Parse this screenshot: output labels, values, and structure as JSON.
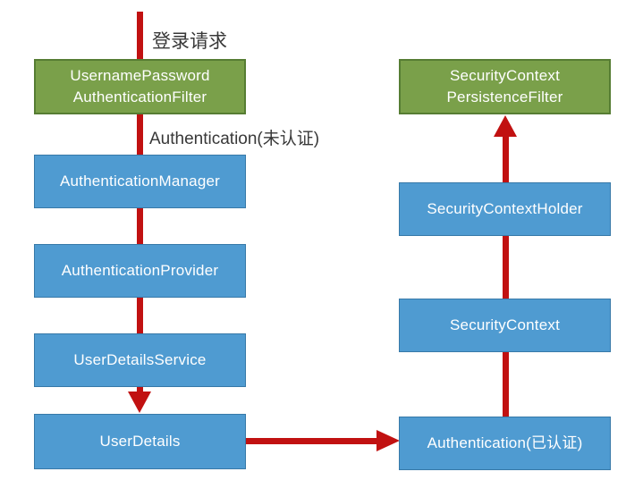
{
  "diagram": {
    "title": "Spring Security authentication flow",
    "colors": {
      "background": "#ffffff",
      "green_fill": "#7aa04a",
      "green_border": "#567d33",
      "blue_fill": "#4f9bd1",
      "blue_border": "#3779a8",
      "arrow_red": "#c11111",
      "annotation_text": "#383838",
      "node_text": "#ffffff"
    },
    "annotations": {
      "login_request": "登录请求",
      "unauthenticated": "Authentication(未认证)"
    },
    "nodes": {
      "upaf": {
        "lines": [
          "UsernamePassword",
          "AuthenticationFilter"
        ]
      },
      "am": {
        "text": "AuthenticationManager"
      },
      "ap": {
        "text": "AuthenticationProvider"
      },
      "uds": {
        "text": "UserDetailsService"
      },
      "ud": {
        "text": "UserDetails"
      },
      "scpf": {
        "lines": [
          "SecurityContext",
          "PersistenceFilter"
        ]
      },
      "sch": {
        "text": "SecurityContextHolder"
      },
      "sc": {
        "text": "SecurityContext"
      },
      "auth": {
        "text": "Authentication(已认证)"
      }
    },
    "arrows": [
      {
        "name": "login-flow-down",
        "direction": "down"
      },
      {
        "name": "userdetails-to-authentication",
        "direction": "right"
      },
      {
        "name": "authentication-up-to-persistence-filter",
        "direction": "up"
      }
    ]
  }
}
